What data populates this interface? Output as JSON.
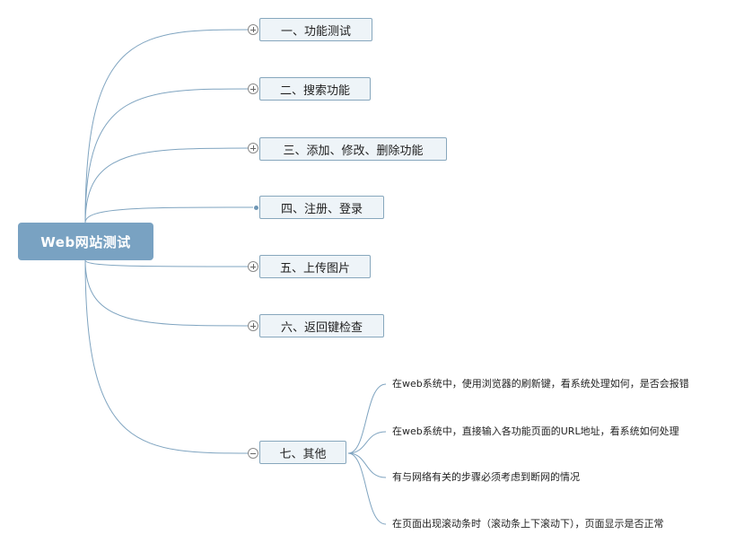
{
  "root": {
    "label": "Web网站测试"
  },
  "topics": [
    {
      "label": "一、功能测试",
      "toggle": "plus"
    },
    {
      "label": "二、搜索功能",
      "toggle": "plus"
    },
    {
      "label": "三、添加、修改、删除功能",
      "toggle": "plus"
    },
    {
      "label": "四、注册、登录",
      "toggle": "dot"
    },
    {
      "label": "五、上传图片",
      "toggle": "plus"
    },
    {
      "label": "六、返回键检查",
      "toggle": "plus"
    },
    {
      "label": "七、其他",
      "toggle": "minus"
    }
  ],
  "details": [
    {
      "label": "在web系统中，使用浏览器的刷新键，看系统处理如何，是否会报错"
    },
    {
      "label": "在web系统中，直接输入各功能页面的URL地址，看系统如何处理"
    },
    {
      "label": "有与网络有关的步骤必须考虑到断网的情况"
    },
    {
      "label": "在页面出现滚动条时（滚动条上下滚动下），页面显示是否正常"
    }
  ],
  "colors": {
    "root": "#79a2c2",
    "topic_bg": "#eef4f8",
    "topic_border": "#87a7bd",
    "line": "#7fa4c0"
  }
}
